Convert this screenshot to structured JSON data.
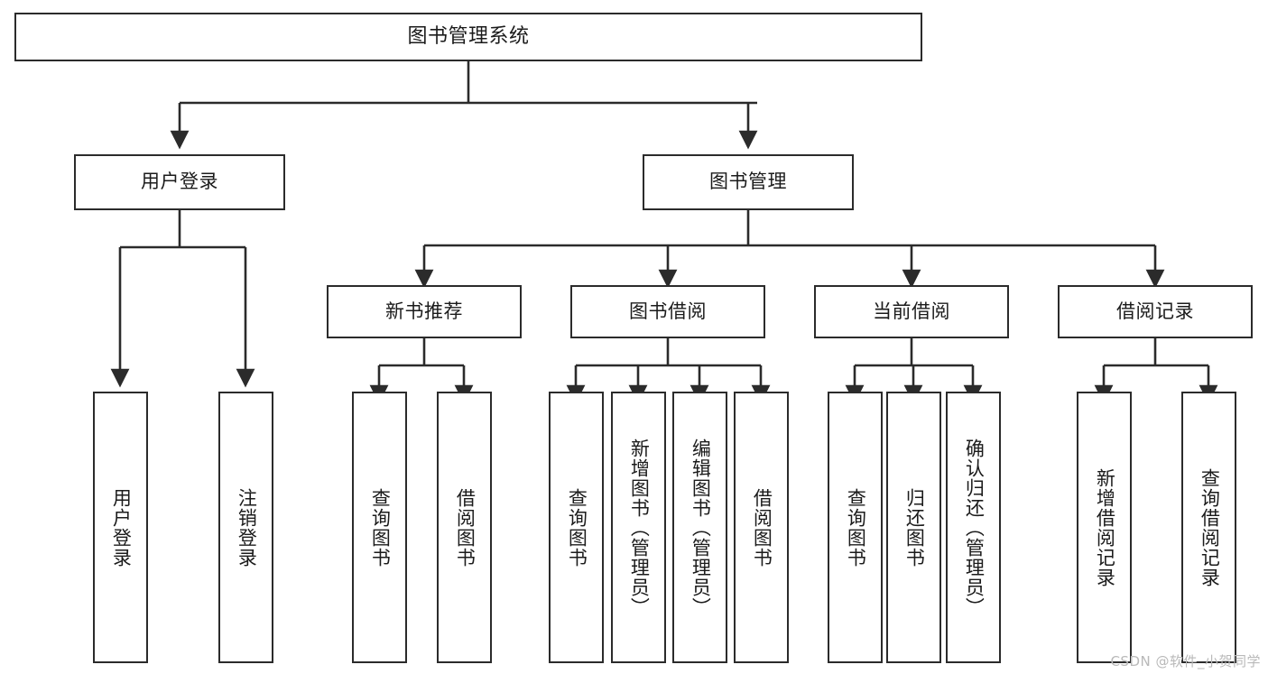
{
  "diagram": {
    "title": "图书管理系统",
    "type": "tree",
    "colors": {
      "stroke": "#2b2b2b",
      "fill": "#ffffff",
      "text": "#1b1b1b",
      "watermark": "#b9b9b9"
    },
    "root": {
      "label": "图书管理系统"
    },
    "level2": [
      {
        "label": "用户登录"
      },
      {
        "label": "图书管理"
      }
    ],
    "level3": [
      {
        "label": "新书推荐"
      },
      {
        "label": "图书借阅"
      },
      {
        "label": "当前借阅"
      },
      {
        "label": "借阅记录"
      }
    ],
    "leaves": {
      "user_login": [
        {
          "label": "用户登录"
        },
        {
          "label": "注销登录"
        }
      ],
      "new_book": [
        {
          "label": "查询图书"
        },
        {
          "label": "借阅图书"
        }
      ],
      "book_borrow": [
        {
          "label": "查询图书"
        },
        {
          "label": "新增图书（管理员）"
        },
        {
          "label": "编辑图书（管理员）"
        },
        {
          "label": "借阅图书"
        }
      ],
      "current_borrow": [
        {
          "label": "查询图书"
        },
        {
          "label": "归还图书"
        },
        {
          "label": "确认归还（管理员）"
        }
      ],
      "borrow_record": [
        {
          "label": "新增借阅记录"
        },
        {
          "label": "查询借阅记录"
        }
      ]
    }
  },
  "watermark": {
    "text": "CSDN @软件_小贺同学"
  }
}
